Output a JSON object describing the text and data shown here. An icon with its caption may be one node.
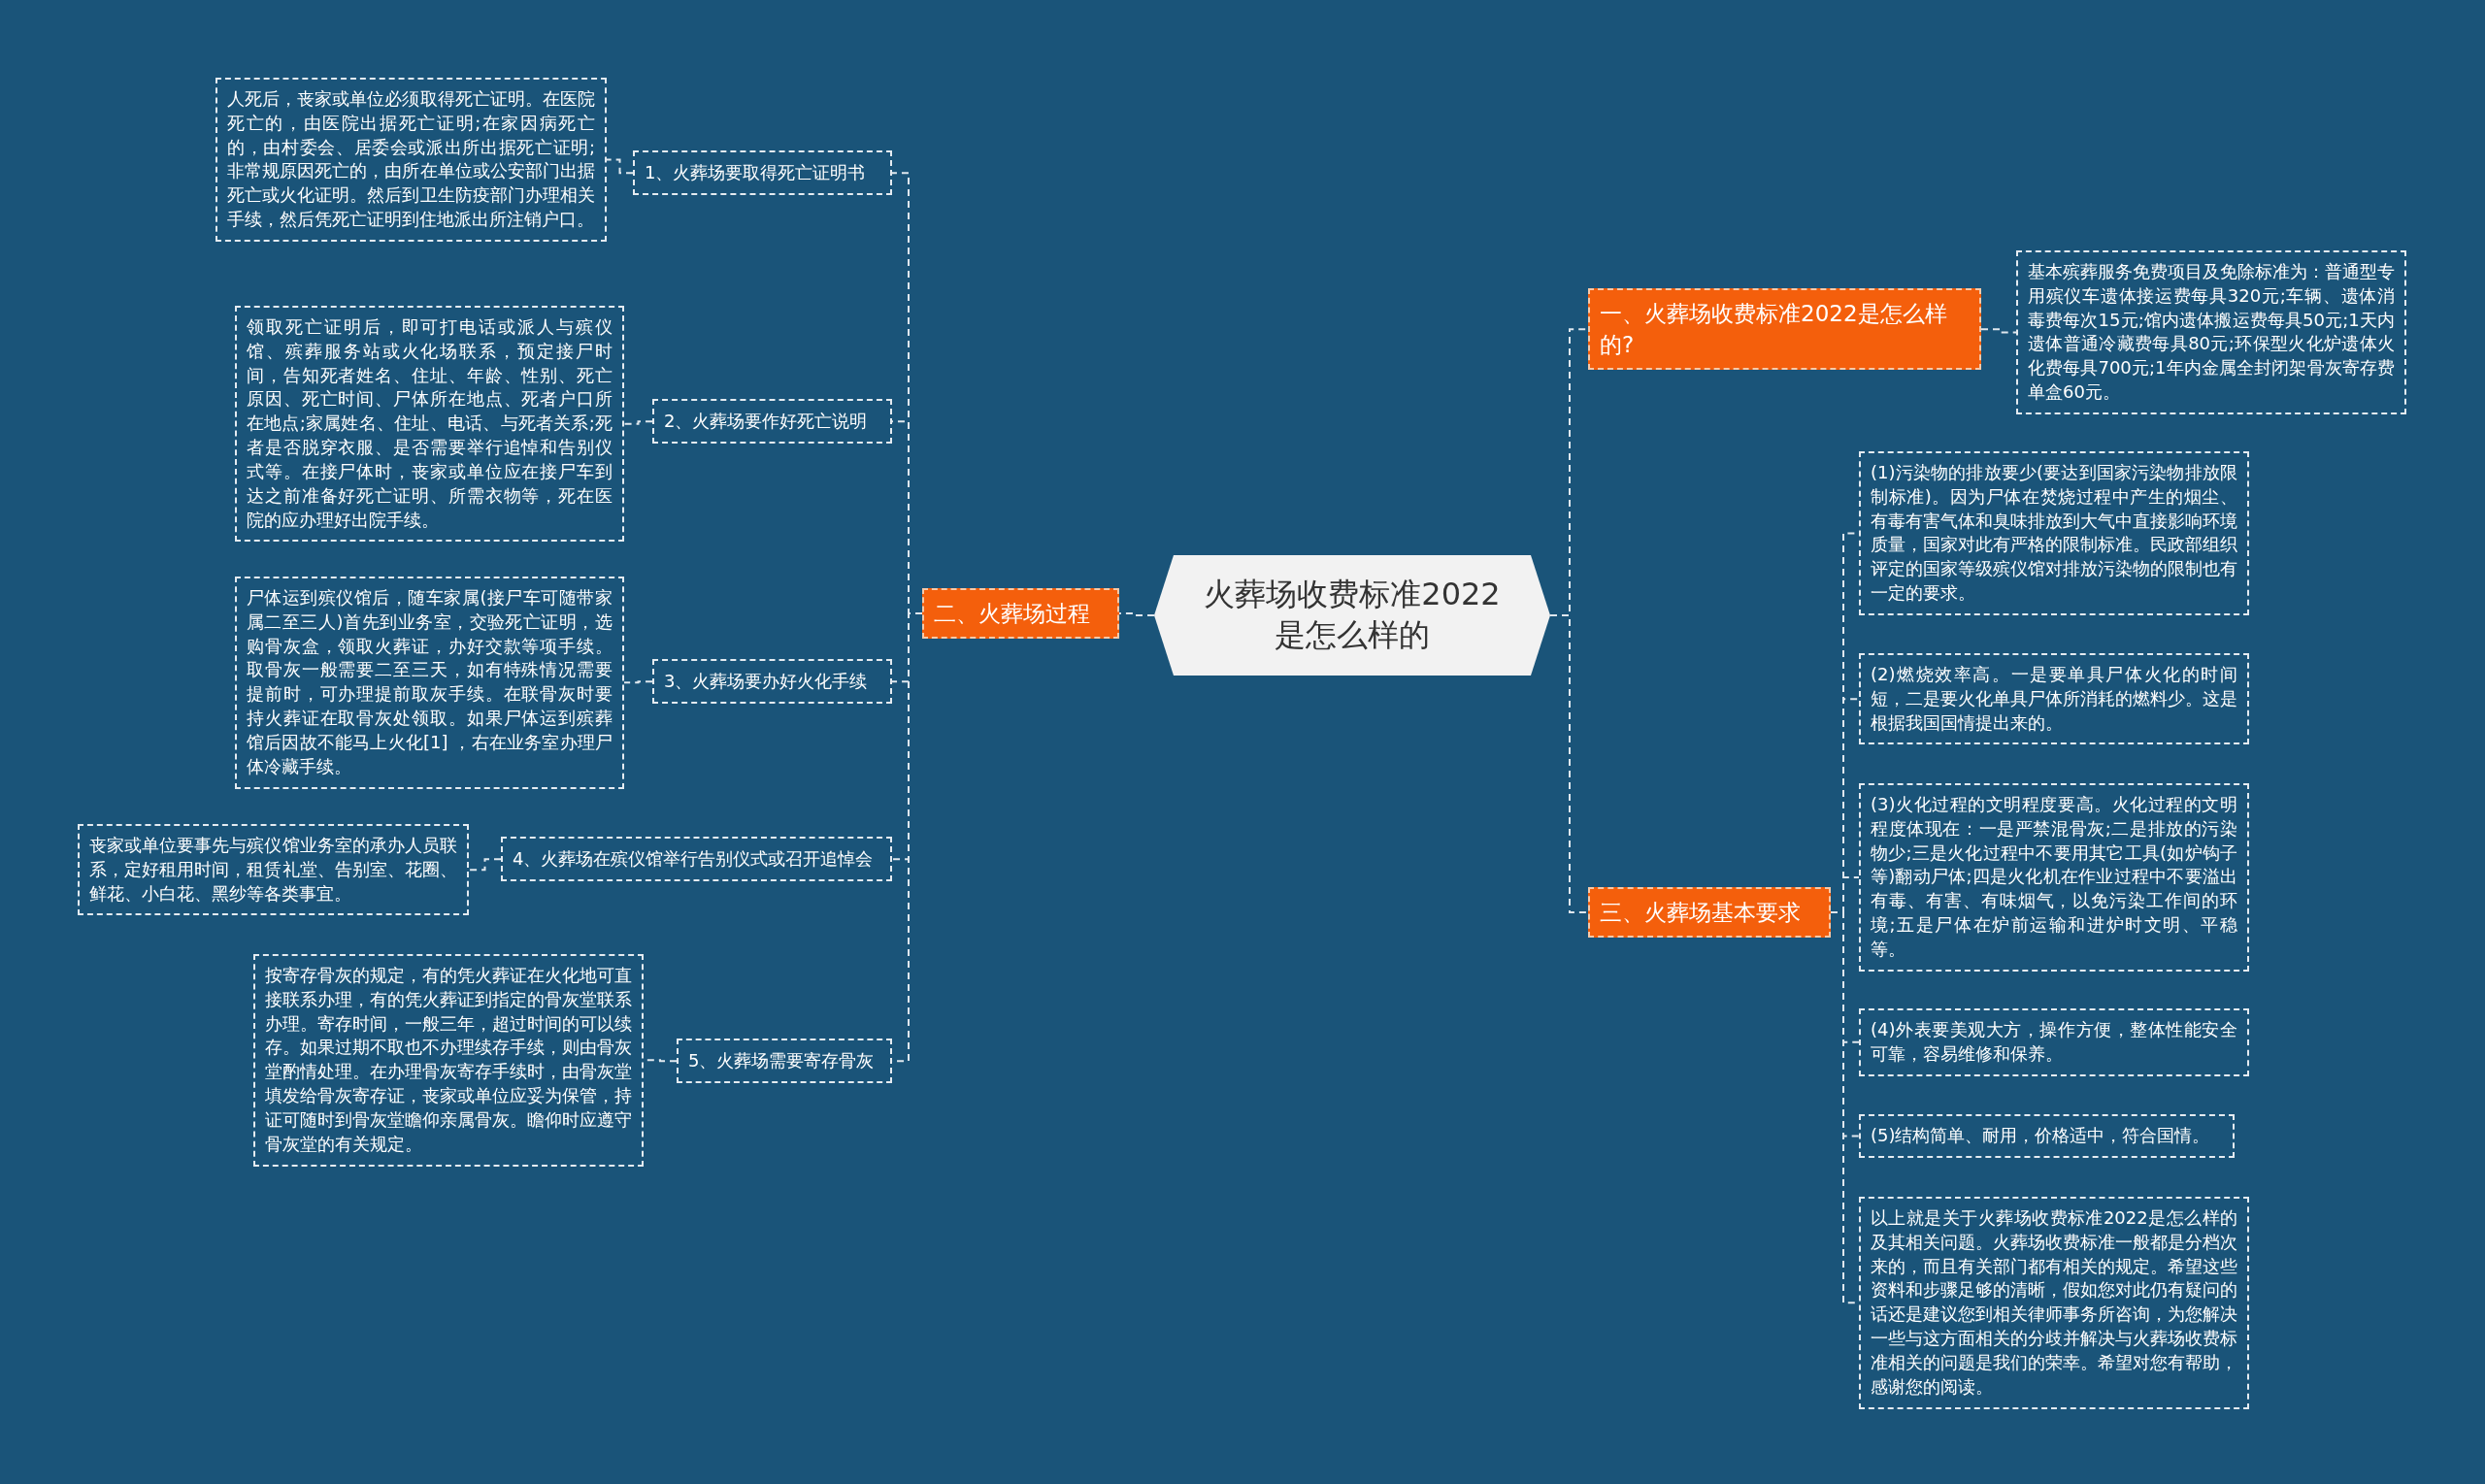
{
  "diagram": {
    "nodes": [
      {
        "text": [
          "火葬场收费标准2022是怎么样的"
        ]
      },
      {
        "text": [
          "一、火葬场收费标准2022是怎么样的?"
        ]
      },
      {
        "text": [
          "基本殡葬服务免费项目及免除标准为：普通型专用殡仪车遗体接运费每具320元;车辆、遗体消毒费每次15元;馆内遗体搬运费每具50元;1天内遗体普通冷藏费每具80元;环保型火化炉遗体火化费每具700元;1年内金属全封闭架骨灰寄存费单盒60元。"
        ]
      },
      {
        "text": [
          "二、火葬场过程"
        ]
      },
      {
        "text": [
          "1、火葬场要取得死亡证明书"
        ]
      },
      {
        "text": [
          "人死后，丧家或单位必须取得死亡证明。在医院死亡的，由医院出据死亡证明;在家因病死亡的，由村委会、居委会或派出所出据死亡证明;非常规原因死亡的，由所在单位或公安部门出据死亡或火化证明。然后到卫生防疫部门办理相关手续，然后凭死亡证明到住地派出所注销户口。"
        ]
      },
      {
        "text": [
          "2、火葬场要作好死亡说明"
        ]
      },
      {
        "text": [
          "领取死亡证明后，即可打电话或派人与殡仪馆、殡葬服务站或火化场联系，预定接尸时间，告知死者姓名、住址、年龄、性别、死亡原因、死亡时间、尸体所在地点、死者户口所在地点;家属姓名、住址、电话、与死者关系;死者是否脱穿衣服、是否需要举行追悼和告别仪式等。在接尸体时，丧家或单位应在接尸车到达之前准备好死亡证明、所需衣物等，死在医院的应办理好出院手续。"
        ]
      },
      {
        "text": [
          "3、火葬场要办好火化手续"
        ]
      },
      {
        "text": [
          "尸体运到殡仪馆后，随车家属(接尸车可随带家属二至三人)首先到业务室，交验死亡证明，选购骨灰盒，领取火葬证，办好交款等项手续。取骨灰一般需要二至三天，如有特殊情况需要提前时，可办理提前取灰手续。在联骨灰时要持火葬证在取骨灰处领取。如果尸体运到殡葬馆后因故不能马上火化[1] ，右在业务室办理尸体冷藏手续。"
        ]
      },
      {
        "text": [
          "4、火葬场在殡仪馆举行告别仪式或召开追悼会"
        ]
      },
      {
        "text": [
          "丧家或单位要事先与殡仪馆业务室的承办人员联系，定好租用时间，租赁礼堂、告别室、花圈、鲜花、小白花、黑纱等各类事宜。"
        ]
      },
      {
        "text": [
          "5、火葬场需要寄存骨灰"
        ]
      },
      {
        "text": [
          "按寄存骨灰的规定，有的凭火葬证在火化地可直接联系办理，有的凭火葬证到指定的骨灰堂联系办理。寄存时间，一般三年，超过时间的可以续存。如果过期不取也不办理续存手续，则由骨灰堂酌情处理。在办理骨灰寄存手续时，由骨灰堂填发给骨灰寄存证，丧家或单位应妥为保管，持证可随时到骨灰堂瞻仰亲属骨灰。瞻仰时应遵守骨灰堂的有关规定。"
        ]
      },
      {
        "text": [
          "三、火葬场基本要求"
        ]
      },
      {
        "text": [
          "(1)污染物的排放要少(要达到国家污染物排放限制标准)。因为尸体在焚烧过程中产生的烟尘、有毒有害气体和臭味排放到大气中直接影响环境质量，国家对此有严格的限制标准。民政部组织评定的国家等级殡仪馆对排放污染物的限制也有一定的要求。"
        ]
      },
      {
        "text": [
          "(2)燃烧效率高。一是要单具尸体火化的时间短，二是要火化单具尸体所消耗的燃料少。这是根据我国国情提出来的。"
        ]
      },
      {
        "text": [
          "(3)火化过程的文明程度要高。火化过程的文明程度体现在：一是严禁混骨灰;二是排放的污染物少;三是火化过程中不要用其它工具(如炉钩子等)翻动尸体;四是火化机在作业过程中不要溢出有毒、有害、有味烟气，以免污染工作间的环境;五是尸体在炉前运输和进炉时文明、平稳等。"
        ]
      },
      {
        "text": [
          "(4)外表要美观大方，操作方便，整体性能安全可靠，容易维修和保养。"
        ]
      },
      {
        "text": [
          "(5)结构简单、耐用，价格适中，符合国情。"
        ]
      },
      {
        "text": [
          "以上就是关于火葬场收费标准2022是怎么样的及其相关问题。火葬场收费标准一般都是分档次来的，而且有关部门都有相关的规定。希望这些资料和步骤足够的清晰，假如您对此仍有疑问的话还是建议您到相关律师事务所咨询，为您解决一些与这方面相关的分歧并解决与火葬场收费标准相关的问题是我们的荣幸。希望对您有帮助，感谢您的阅读。"
        ]
      }
    ],
    "edges": [
      {
        "from": 0,
        "to": 1,
        "arrow": "none"
      },
      {
        "from": 1,
        "to": 2,
        "arrow": "none"
      },
      {
        "from": 0,
        "to": 3,
        "arrow": "none"
      },
      {
        "from": 3,
        "to": 4,
        "arrow": "none"
      },
      {
        "from": 4,
        "to": 5,
        "arrow": "none"
      },
      {
        "from": 3,
        "to": 6,
        "arrow": "none"
      },
      {
        "from": 6,
        "to": 7,
        "arrow": "none"
      },
      {
        "from": 3,
        "to": 8,
        "arrow": "none"
      },
      {
        "from": 8,
        "to": 9,
        "arrow": "none"
      },
      {
        "from": 3,
        "to": 10,
        "arrow": "none"
      },
      {
        "from": 10,
        "to": 11,
        "arrow": "none"
      },
      {
        "from": 3,
        "to": 12,
        "arrow": "none"
      },
      {
        "from": 12,
        "to": 13,
        "arrow": "none"
      },
      {
        "from": 0,
        "to": 14,
        "arrow": "none"
      },
      {
        "from": 14,
        "to": 15,
        "arrow": "none"
      },
      {
        "from": 14,
        "to": 16,
        "arrow": "none"
      },
      {
        "from": 14,
        "to": 17,
        "arrow": "none"
      },
      {
        "from": 14,
        "to": 18,
        "arrow": "none"
      },
      {
        "from": 14,
        "to": 19,
        "arrow": "none"
      },
      {
        "from": 14,
        "to": 20,
        "arrow": "none"
      }
    ]
  }
}
